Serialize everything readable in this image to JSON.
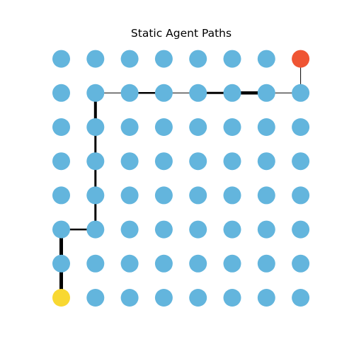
{
  "title": "Static Agent Paths",
  "grid": {
    "rows": 8,
    "cols": 8
  },
  "colors": {
    "node": "#63b5dd",
    "start": "#f8d832",
    "goal": "#ef5533",
    "edge": "#000000"
  },
  "start_node": [
    0,
    0
  ],
  "goal_node": [
    7,
    7
  ],
  "edges": [
    {
      "from": [
        0,
        0
      ],
      "to": [
        0,
        1
      ],
      "weight": 5
    },
    {
      "from": [
        0,
        1
      ],
      "to": [
        0,
        2
      ],
      "weight": 5
    },
    {
      "from": [
        0,
        2
      ],
      "to": [
        1,
        2
      ],
      "weight": 2.5
    },
    {
      "from": [
        1,
        2
      ],
      "to": [
        1,
        3
      ],
      "weight": 3
    },
    {
      "from": [
        1,
        3
      ],
      "to": [
        1,
        4
      ],
      "weight": 3
    },
    {
      "from": [
        1,
        4
      ],
      "to": [
        1,
        5
      ],
      "weight": 3
    },
    {
      "from": [
        1,
        5
      ],
      "to": [
        1,
        6
      ],
      "weight": 4
    },
    {
      "from": [
        1,
        6
      ],
      "to": [
        2,
        6
      ],
      "weight": 1
    },
    {
      "from": [
        2,
        6
      ],
      "to": [
        3,
        6
      ],
      "weight": 2.5
    },
    {
      "from": [
        3,
        6
      ],
      "to": [
        4,
        6
      ],
      "weight": 1
    },
    {
      "from": [
        4,
        6
      ],
      "to": [
        5,
        6
      ],
      "weight": 3
    },
    {
      "from": [
        5,
        6
      ],
      "to": [
        6,
        6
      ],
      "weight": 4.5
    },
    {
      "from": [
        6,
        6
      ],
      "to": [
        7,
        6
      ],
      "weight": 1
    },
    {
      "from": [
        7,
        6
      ],
      "to": [
        7,
        7
      ],
      "weight": 1
    }
  ]
}
